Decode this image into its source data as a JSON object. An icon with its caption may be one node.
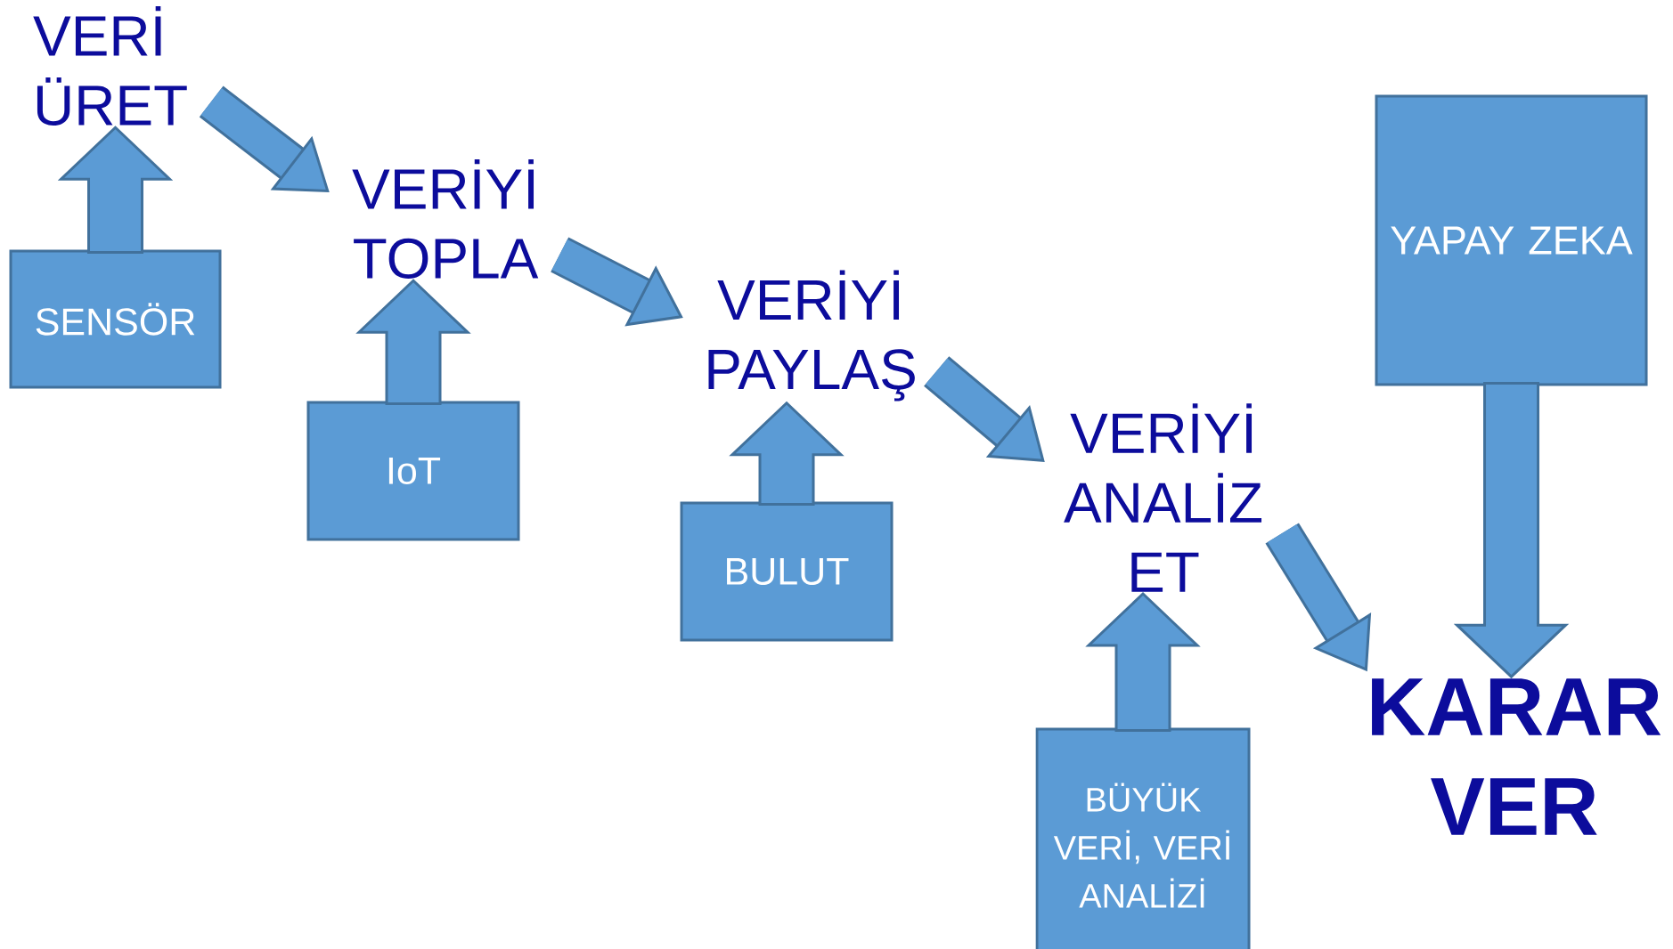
{
  "diagram": {
    "nodes": [
      {
        "text": [
          "VERİ ÜRET"
        ]
      },
      {
        "text": [
          "VERİYİ TOPLA"
        ]
      },
      {
        "text": [
          "VERİYİ PAYLAŞ"
        ]
      },
      {
        "text": [
          "VERİYİ ANALİZ ET"
        ]
      },
      {
        "text": [
          "KARAR VER"
        ]
      },
      {
        "text": [
          "SENSÖR"
        ]
      },
      {
        "text": [
          "IoT"
        ]
      },
      {
        "text": [
          "BULUT"
        ]
      },
      {
        "text": [
          "BÜYÜK VERİ, VERİ ANALİZİ"
        ]
      },
      {
        "text": [
          "YAPAY ZEKA"
        ]
      }
    ],
    "edges": [
      {
        "from": 0,
        "to": 1,
        "arrow": "to"
      },
      {
        "from": 1,
        "to": 2,
        "arrow": "to"
      },
      {
        "from": 2,
        "to": 3,
        "arrow": "to"
      },
      {
        "from": 3,
        "to": 4,
        "arrow": "to"
      },
      {
        "from": 5,
        "to": 0,
        "arrow": "to"
      },
      {
        "from": 6,
        "to": 1,
        "arrow": "to"
      },
      {
        "from": 7,
        "to": 2,
        "arrow": "to"
      },
      {
        "from": 8,
        "to": 3,
        "arrow": "to"
      },
      {
        "from": 9,
        "to": 4,
        "arrow": "to"
      }
    ]
  }
}
